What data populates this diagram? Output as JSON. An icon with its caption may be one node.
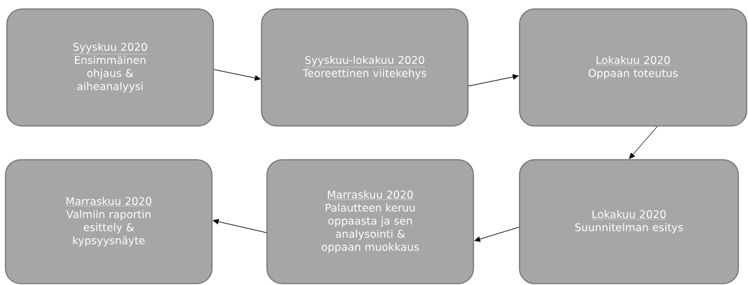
{
  "diagram": {
    "nodes": [
      {
        "text": [
          "Syyskuu 2020",
          "Ensimmäinen ohjaus & aiheanalyysi"
        ]
      },
      {
        "text": [
          "Syyskuu-lokakuu 2020",
          "Teoreettinen viitekehys"
        ]
      },
      {
        "text": [
          "Lokakuu 2020",
          "Oppaan toteutus"
        ]
      },
      {
        "text": [
          "Lokakuu 2020",
          "Suunnitelman esitys"
        ]
      },
      {
        "text": [
          "Marraskuu 2020",
          "Palautteen keruu oppaasta ja sen analysointi & oppaan muokkaus"
        ]
      },
      {
        "text": [
          "Marraskuu 2020",
          "Valmiin raportin esittely & kypsyysnäyte"
        ]
      }
    ],
    "edges": [
      {
        "from": 0,
        "to": 1,
        "arrow": "to"
      },
      {
        "from": 1,
        "to": 2,
        "arrow": "to"
      },
      {
        "from": 2,
        "to": 3,
        "arrow": "to"
      },
      {
        "from": 3,
        "to": 4,
        "arrow": "to"
      },
      {
        "from": 4,
        "to": 5,
        "arrow": "to"
      }
    ]
  }
}
